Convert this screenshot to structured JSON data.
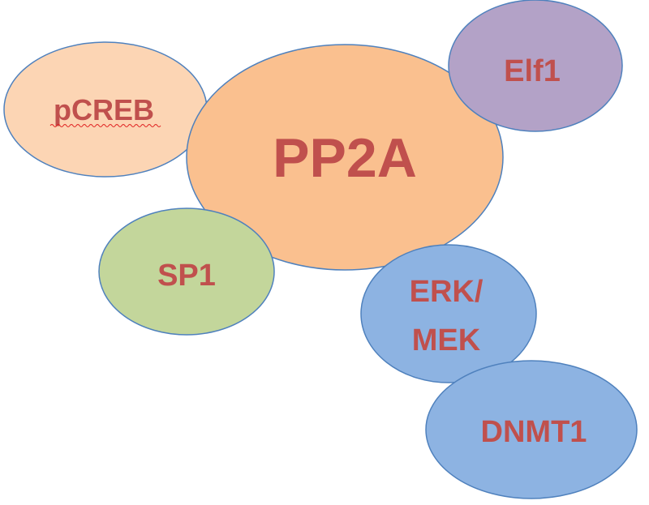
{
  "diagram": {
    "text_color": "#c0504d",
    "stroke_color": "#4f81bd",
    "nodes": [
      {
        "id": "pcreb",
        "label": "pCREB",
        "fill": "#fcd5b4",
        "spellcheck_underline": true
      },
      {
        "id": "pp2a",
        "label": "PP2A",
        "fill": "#fac08f"
      },
      {
        "id": "elf1",
        "label": "Elf1",
        "fill": "#b3a2c7"
      },
      {
        "id": "sp1",
        "label": "SP1",
        "fill": "#c3d69b"
      },
      {
        "id": "erkmek",
        "label_line1": "ERK/",
        "label_line2": "MEK",
        "fill": "#8db3e2"
      },
      {
        "id": "dnmt1",
        "label": "DNMT1",
        "fill": "#8db3e2"
      }
    ]
  }
}
